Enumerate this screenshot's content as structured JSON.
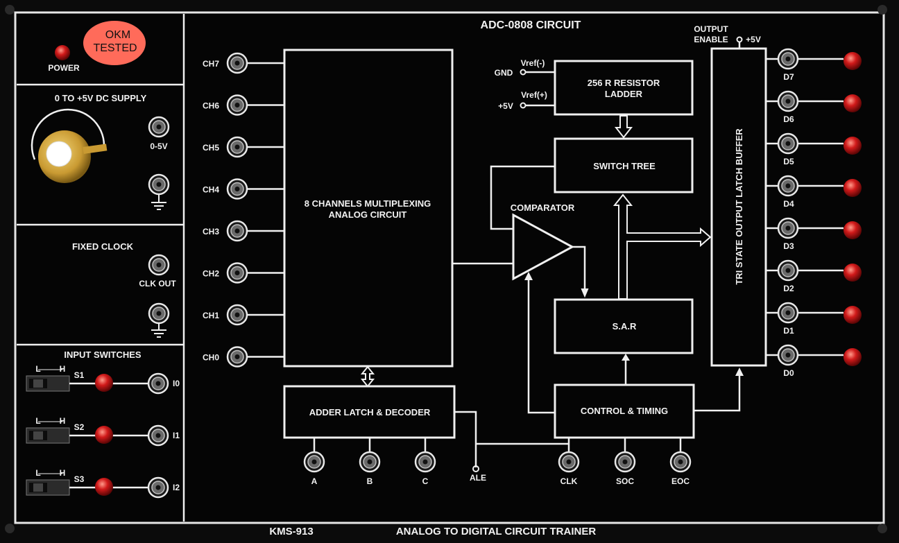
{
  "panel": {
    "title": "ADC-0808 CIRCUIT",
    "model": "KMS-913",
    "name": "ANALOG TO DIGITAL CIRCUIT TRAINER"
  },
  "power": {
    "label": "POWER",
    "sticker_line1": "OKM",
    "sticker_line2": "TESTED"
  },
  "dc_supply": {
    "title": "0 TO +5V DC SUPPLY",
    "jack_label": "0-5V"
  },
  "clock": {
    "title": "FIXED CLOCK",
    "jack_label": "CLK OUT"
  },
  "inputs": {
    "title": "INPUT SWITCHES",
    "low": "L",
    "high": "H",
    "switches": [
      {
        "name": "S1",
        "output": "I0"
      },
      {
        "name": "S2",
        "output": "I1"
      },
      {
        "name": "S3",
        "output": "I2"
      }
    ]
  },
  "channels": [
    "CH7",
    "CH6",
    "CH5",
    "CH4",
    "CH3",
    "CH2",
    "CH1",
    "CH0"
  ],
  "blocks": {
    "mux_line1": "8 CHANNELS MULTIPLEXING",
    "mux_line2": "ANALOG CIRCUIT",
    "ladder_line1": "256 R RESISTOR",
    "ladder_line2": "LADDER",
    "switch_tree": "SWITCH TREE",
    "comparator": "COMPARATOR",
    "sar": "S.A.R",
    "control": "CONTROL & TIMING",
    "decoder": "ADDER LATCH & DECODER",
    "buffer": "TRI STATE OUTPUT LATCH BUFFER"
  },
  "refs": {
    "vref_minus": "Vref(-)",
    "gnd": "GND",
    "vref_plus": "Vref(+)",
    "plus5": "+5V"
  },
  "output_enable": {
    "line1": "OUTPUT",
    "line2": "ENABLE",
    "supply": "+5V"
  },
  "outputs": [
    "D7",
    "D6",
    "D5",
    "D4",
    "D3",
    "D2",
    "D1",
    "D0"
  ],
  "address_pins": [
    "A",
    "B",
    "C"
  ],
  "control_pins": {
    "ale": "ALE",
    "clk": "CLK",
    "soc": "SOC",
    "eoc": "EOC"
  },
  "colors": {
    "panel": "#050505",
    "line": "#f0f0f0",
    "led": "#d11a1a",
    "knob": "#d9b24a",
    "sticker": "#ff6b5a"
  }
}
